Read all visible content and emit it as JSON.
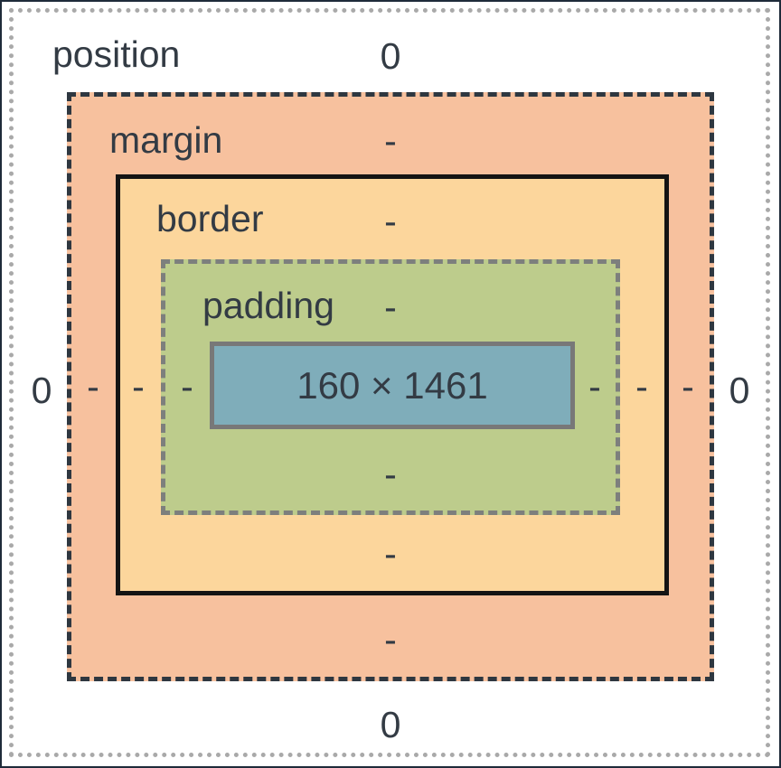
{
  "position": {
    "label": "position",
    "top": "0",
    "left": "0",
    "right": "0",
    "bottom": "0"
  },
  "margin": {
    "label": "margin",
    "top": "-",
    "left": "-",
    "right": "-",
    "bottom": "-"
  },
  "border": {
    "label": "border",
    "top": "-",
    "left": "-",
    "right": "-",
    "bottom": "-"
  },
  "padding": {
    "label": "padding",
    "top": "-",
    "left": "-",
    "right": "-",
    "bottom": "-"
  },
  "content": {
    "size": "160 × 1461"
  },
  "colors": {
    "position_bg": "#ffffff",
    "margin_bg": "#f7c19e",
    "border_bg": "#fcd69c",
    "padding_bg": "#bdcc8c",
    "content_bg": "#7fadba"
  }
}
